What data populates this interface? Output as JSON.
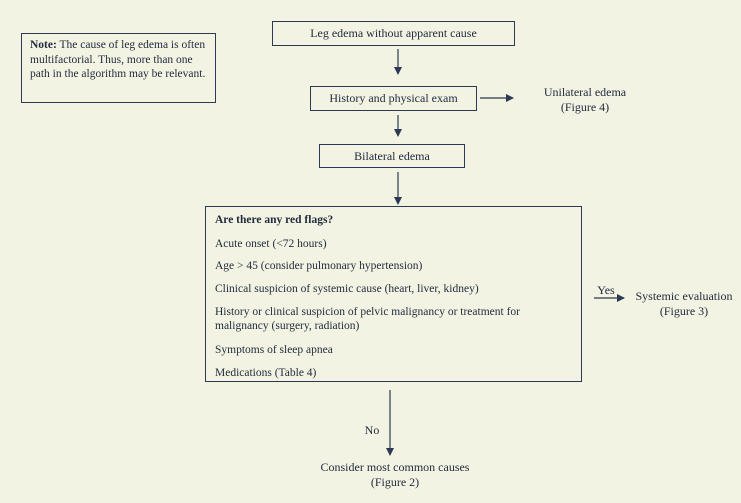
{
  "note": {
    "bold": "Note:",
    "text": "The cause of leg edema is often multifactorial.  Thus, more than one path in the algorithm may be relevant."
  },
  "nodes": {
    "start": "Leg edema without apparent cause",
    "history": "History and physical exam",
    "unilateral": "Unilateral edema",
    "unilateral_ref": "(Figure 4)",
    "bilateral": "Bilateral edema",
    "systemic": "Systemic evaluation",
    "systemic_ref": "(Figure 3)",
    "common": "Consider most common causes",
    "common_ref": "(Figure 2)"
  },
  "red_flags": {
    "title": "Are there any red flags?",
    "items": [
      "Acute onset (<72 hours)",
      "Age > 45 (consider pulmonary hypertension)",
      "Clinical suspicion of systemic cause (heart, liver, kidney)",
      "History or clinical suspicion of pelvic malignancy or treatment for malignancy (surgery, radiation)",
      "Symptoms of sleep apnea",
      "Medications (Table 4)"
    ]
  },
  "edges": {
    "yes": "Yes",
    "no": "No"
  }
}
